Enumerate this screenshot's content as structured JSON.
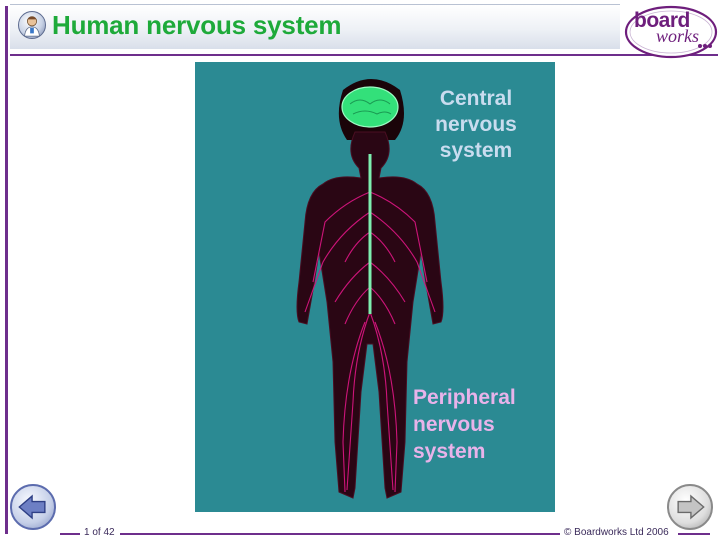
{
  "header": {
    "title": "Human nervous system",
    "logo_word_1": "board",
    "logo_word_2": "works"
  },
  "figure": {
    "central_label": "Central nervous system",
    "peripheral_label": "Peripheral nervous system"
  },
  "footer": {
    "page_number": "1 of 42",
    "copyright": "© Boardworks Ltd 2006"
  },
  "colors": {
    "title": "#1eaa3a",
    "accent": "#6e2e8c",
    "figure_background": "#2b8a93",
    "brain": "#33e07a",
    "body": "#2a0614",
    "nerves": "#d6157f"
  },
  "icons": {
    "header": "scientist-icon",
    "prev": "arrow-left-icon",
    "next": "arrow-right-icon"
  }
}
